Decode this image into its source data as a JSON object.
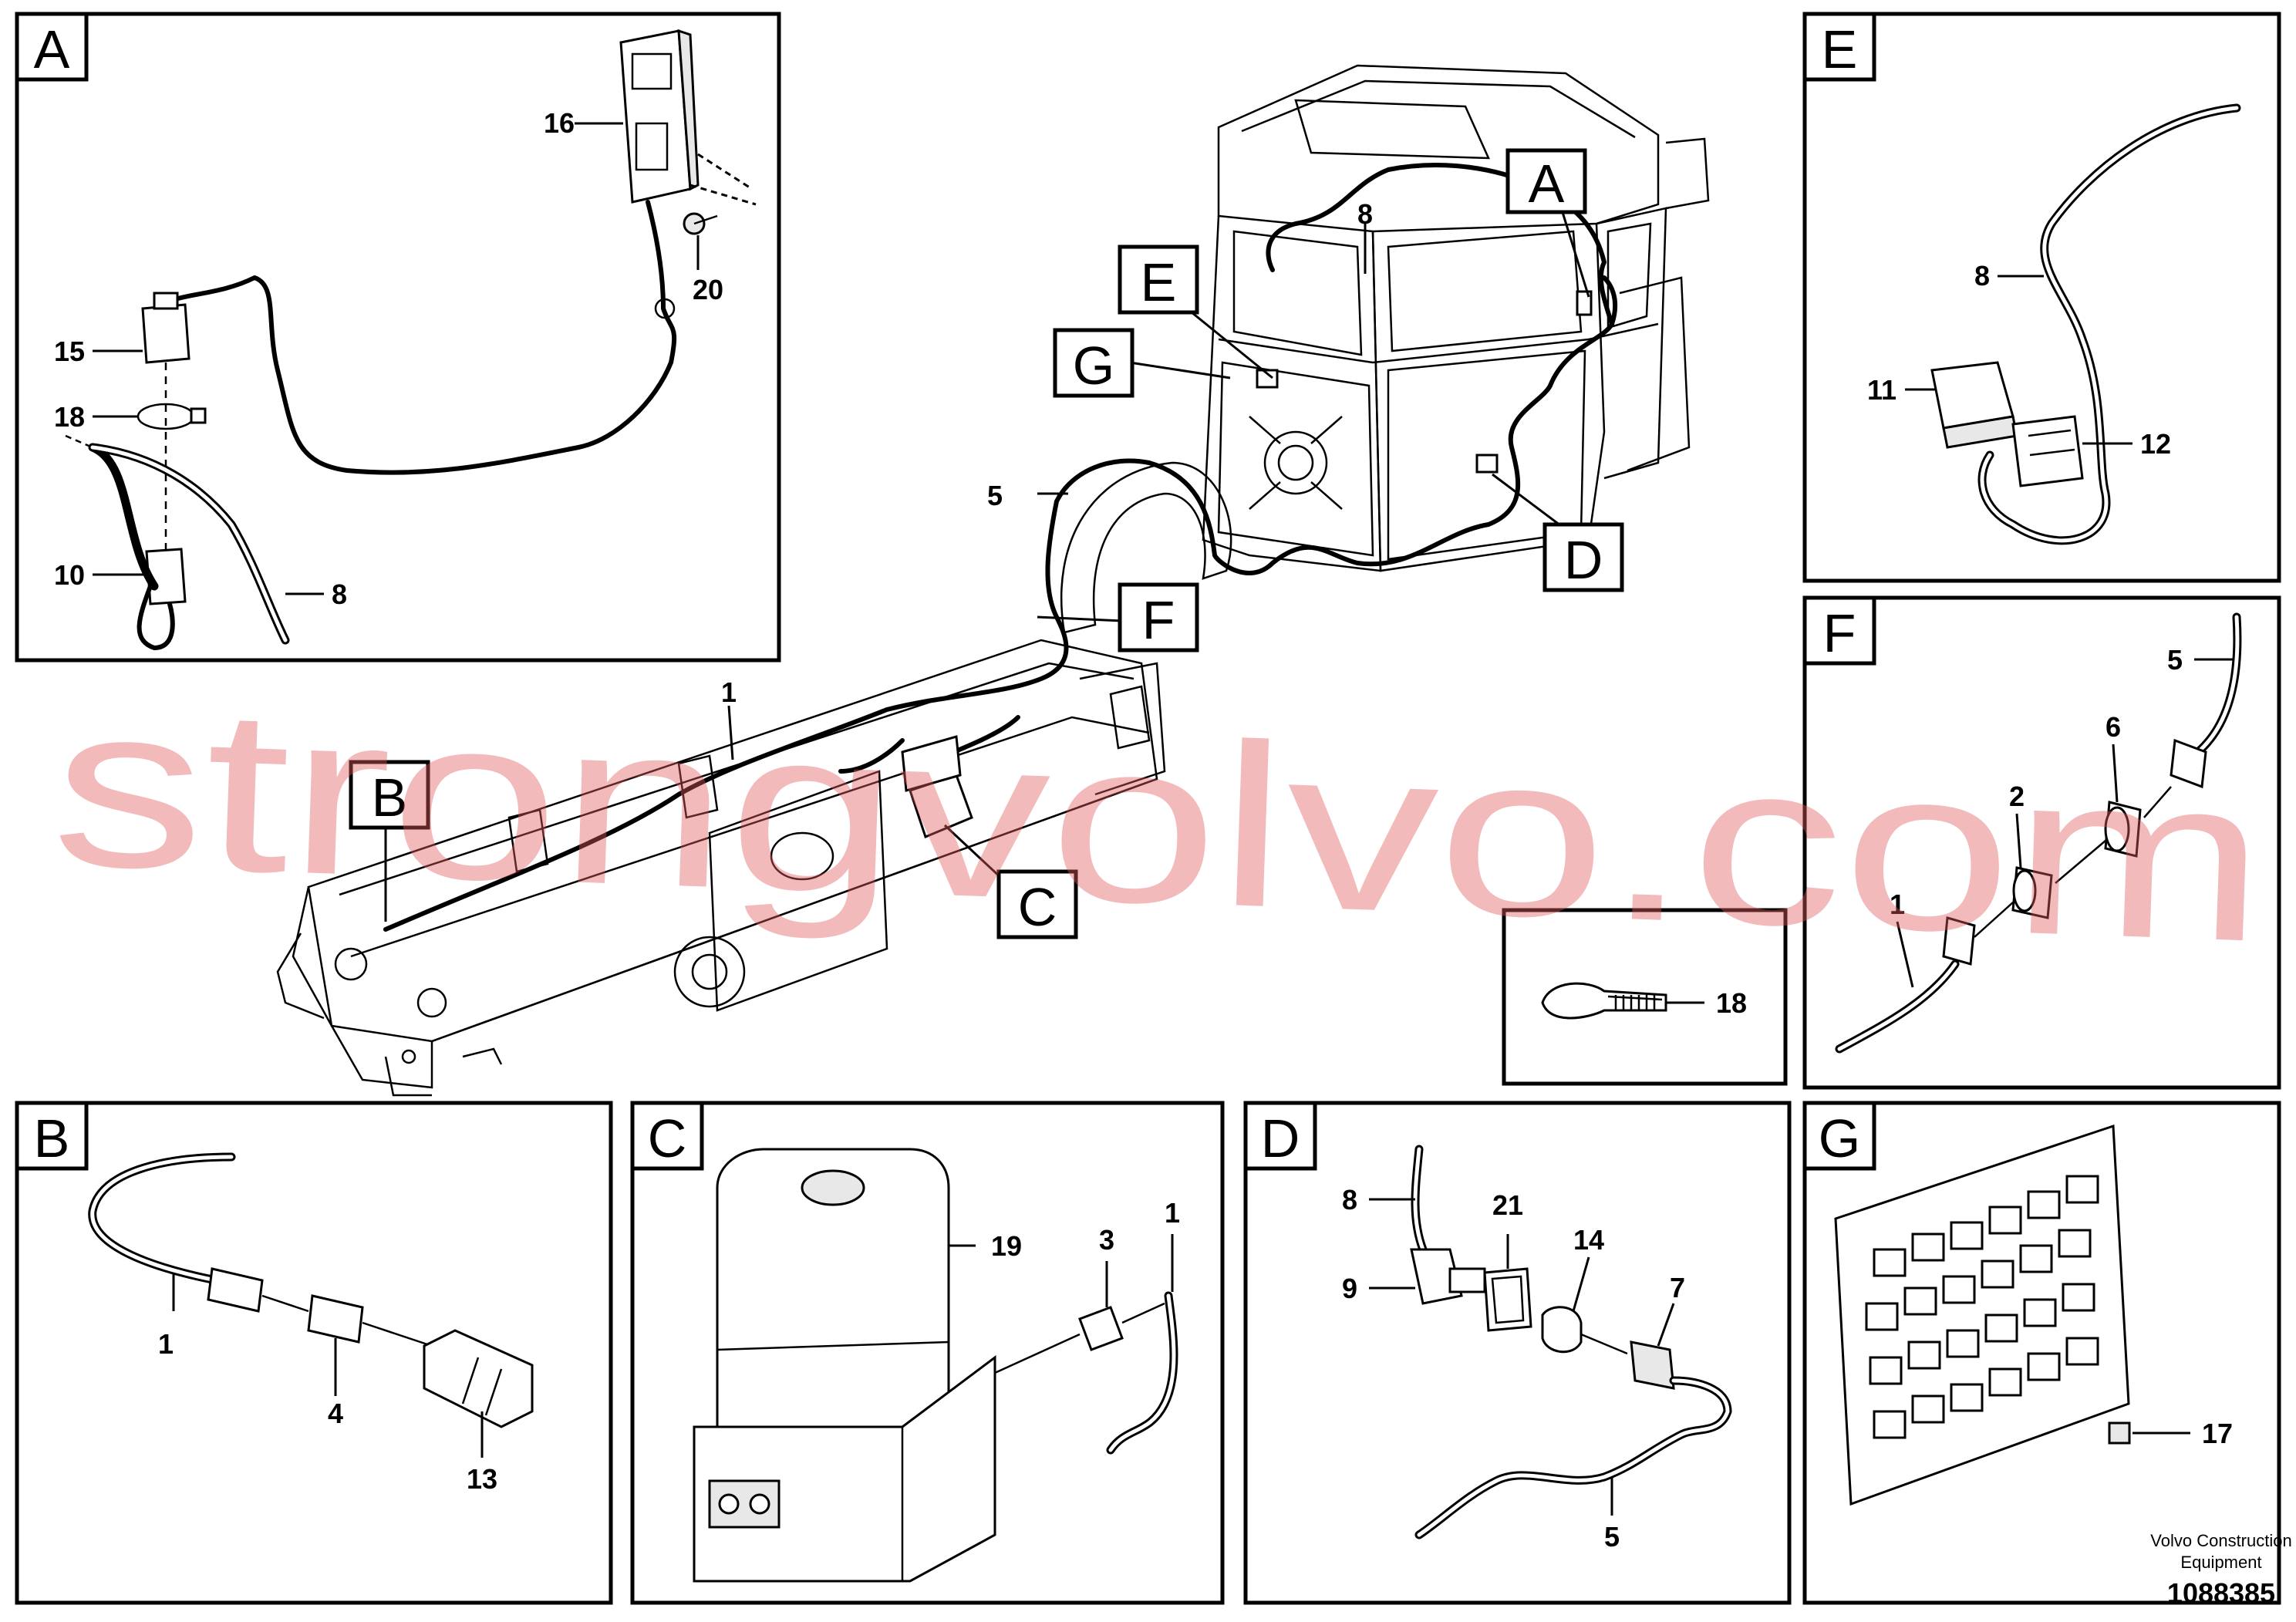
{
  "panels": [
    {
      "id": "A",
      "letter": "A",
      "parts": [
        "16",
        "20",
        "15",
        "18",
        "10",
        "8"
      ]
    },
    {
      "id": "B",
      "letter": "B",
      "parts": [
        "1",
        "4",
        "13"
      ]
    },
    {
      "id": "C",
      "letter": "C",
      "parts": [
        "19",
        "3",
        "1"
      ]
    },
    {
      "id": "D",
      "letter": "D",
      "parts": [
        "8",
        "21",
        "14",
        "7",
        "9",
        "5"
      ]
    },
    {
      "id": "E",
      "letter": "E",
      "parts": [
        "8",
        "11",
        "12"
      ]
    },
    {
      "id": "F",
      "letter": "F",
      "parts": [
        "5",
        "6",
        "2",
        "1"
      ]
    },
    {
      "id": "G",
      "letter": "G",
      "parts": [
        "17"
      ]
    },
    {
      "id": "tie",
      "letter": "",
      "parts": [
        "18"
      ]
    }
  ],
  "overview": {
    "tags": [
      "A",
      "E",
      "G",
      "F",
      "D",
      "B",
      "C"
    ],
    "parts": [
      "8",
      "5",
      "1"
    ]
  },
  "watermark": "strongvolvo.com",
  "footer": {
    "manufacturer_line1": "Volvo Construction",
    "manufacturer_line2": "Equipment",
    "document_number": "1088385"
  }
}
